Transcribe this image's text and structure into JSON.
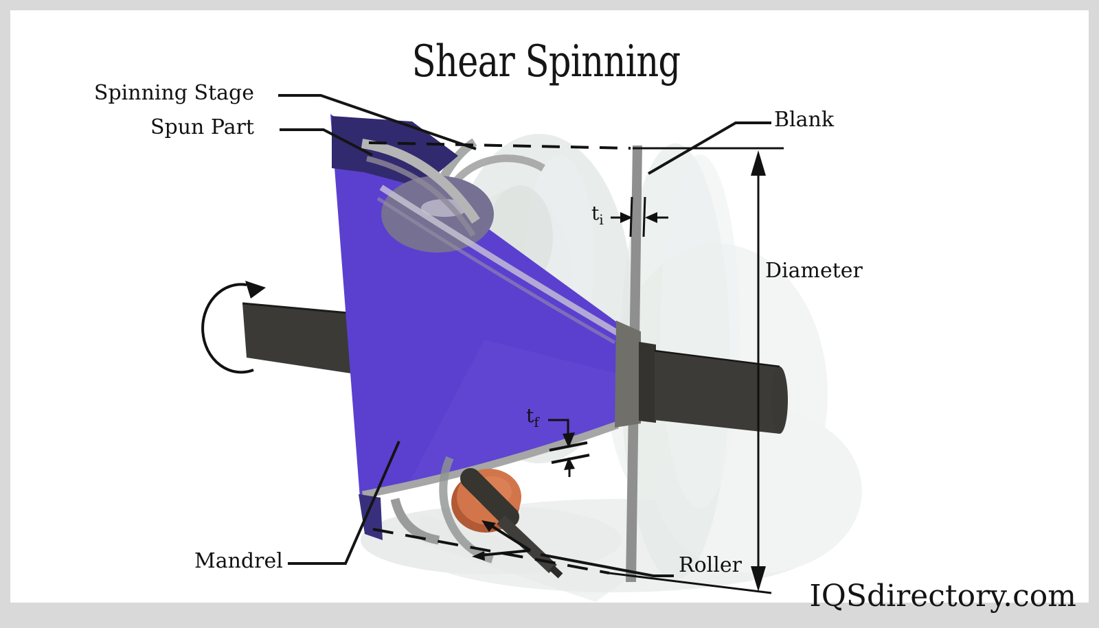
{
  "title": "Shear Spinning",
  "watermark": "IQSdirectory.com",
  "labels": {
    "spinning_stage": "Spinning Stage",
    "spun_part": "Spun Part",
    "blank": "Blank",
    "diameter": "Diameter",
    "mandrel": "Mandrel",
    "roller": "Roller",
    "initial_thickness": {
      "base": "t",
      "sub": "i"
    },
    "final_thickness": {
      "base": "t",
      "sub": "f"
    }
  },
  "colors": {
    "mandrel_purple": "#5b40cf",
    "mandrel_dark_purple": "#322a6e",
    "roller_orange": "#d2754a",
    "shaft_gray": "#3c3b37",
    "annotation_black": "#111111",
    "frame_gray": "#d9d9d9"
  }
}
